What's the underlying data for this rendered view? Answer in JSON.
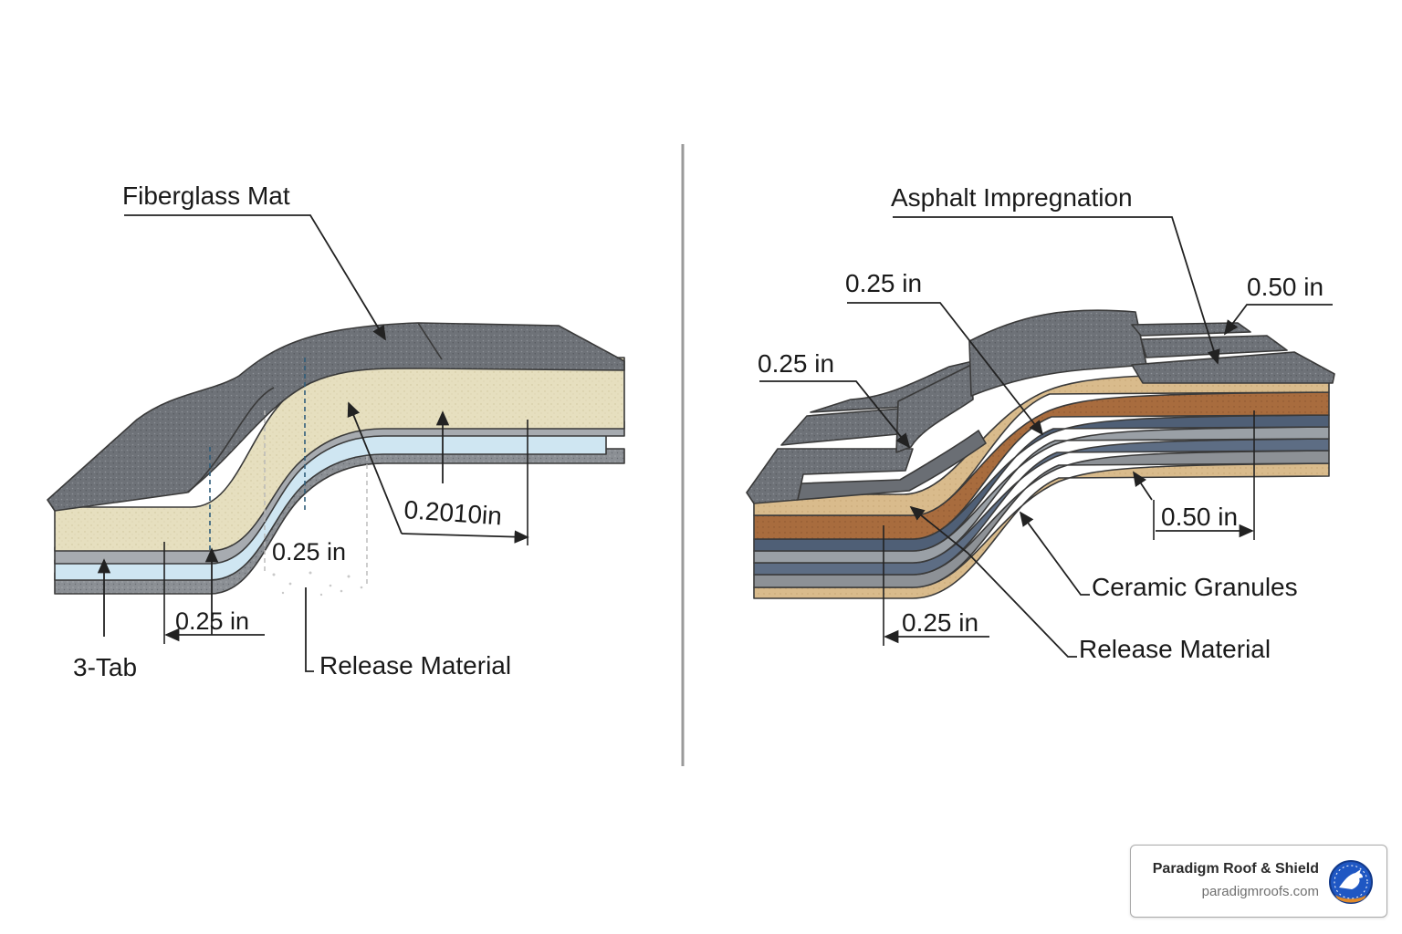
{
  "left_diagram": {
    "label_fiberglass": "Fiberglass Mat",
    "label_thickness_a": "0.2010in",
    "label_thickness_b": "0.25 in",
    "label_thickness_c": "0.25 in",
    "label_3tab": "3-Tab",
    "label_release": "Release Material"
  },
  "right_diagram": {
    "label_asphalt": "Asphalt Impregnation",
    "label_dim_top_left": "0.25 in",
    "label_dim_left": "0.25 in",
    "label_dim_top_right": "0.50 in",
    "label_dim_right": "0.50 in",
    "label_ceramic": "Ceramic Granules",
    "label_release": "Release Material",
    "label_dim_bottom": "0.25 in"
  },
  "brand": {
    "name": "Paradigm Roof & Shield",
    "url": "paradigmroofs.com",
    "logo_icon": "eagle-shield-icon"
  },
  "colors": {
    "shingle": "#6e7278",
    "fiberglass_mat": "#e6dfbf",
    "release_blue": "#cfe6f2",
    "divider": "#9a9a9a",
    "tan": "#d9bb8c",
    "brown": "#a86c3e",
    "slate": "#5d6d84"
  }
}
